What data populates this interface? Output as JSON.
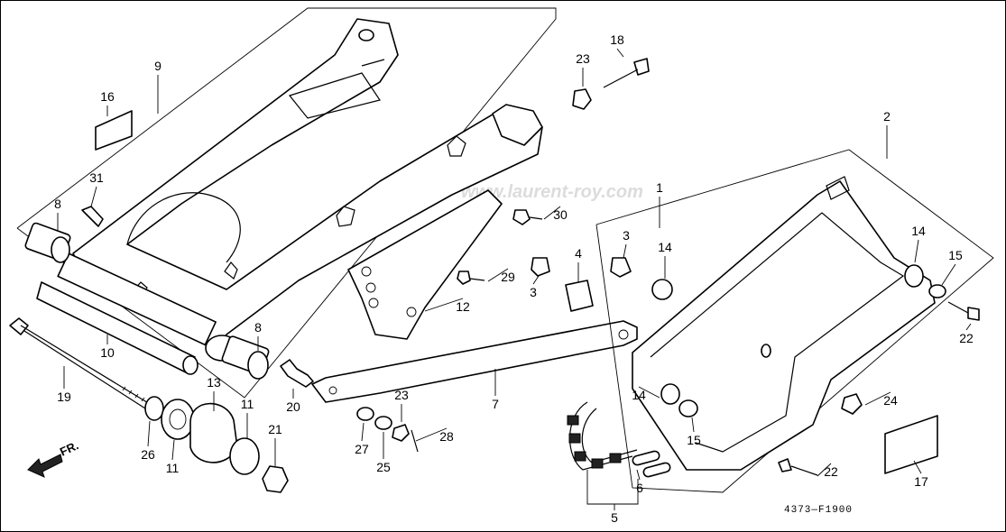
{
  "diagram": {
    "watermark": "www.laurent-roy.com",
    "drawing_code": "4373—F1900",
    "direction_label": "FR.",
    "callouts": [
      {
        "id": "c1",
        "label": "1"
      },
      {
        "id": "c2",
        "label": "2"
      },
      {
        "id": "c3a",
        "label": "3"
      },
      {
        "id": "c3b",
        "label": "3"
      },
      {
        "id": "c4",
        "label": "4"
      },
      {
        "id": "c5",
        "label": "5"
      },
      {
        "id": "c6",
        "label": "6"
      },
      {
        "id": "c7",
        "label": "7"
      },
      {
        "id": "c8a",
        "label": "8"
      },
      {
        "id": "c8b",
        "label": "8"
      },
      {
        "id": "c9",
        "label": "9"
      },
      {
        "id": "c10",
        "label": "10"
      },
      {
        "id": "c11a",
        "label": "11"
      },
      {
        "id": "c11b",
        "label": "11"
      },
      {
        "id": "c12",
        "label": "12"
      },
      {
        "id": "c13",
        "label": "13"
      },
      {
        "id": "c14a",
        "label": "14"
      },
      {
        "id": "c14b",
        "label": "14"
      },
      {
        "id": "c14c",
        "label": "14"
      },
      {
        "id": "c15a",
        "label": "15"
      },
      {
        "id": "c15b",
        "label": "15"
      },
      {
        "id": "c16",
        "label": "16"
      },
      {
        "id": "c17",
        "label": "17"
      },
      {
        "id": "c18",
        "label": "18"
      },
      {
        "id": "c19",
        "label": "19"
      },
      {
        "id": "c20",
        "label": "20"
      },
      {
        "id": "c21",
        "label": "21"
      },
      {
        "id": "c22a",
        "label": "22"
      },
      {
        "id": "c22b",
        "label": "22"
      },
      {
        "id": "c23a",
        "label": "23"
      },
      {
        "id": "c23b",
        "label": "23"
      },
      {
        "id": "c24",
        "label": "24"
      },
      {
        "id": "c25",
        "label": "25"
      },
      {
        "id": "c26",
        "label": "26"
      },
      {
        "id": "c27",
        "label": "27"
      },
      {
        "id": "c28",
        "label": "28"
      },
      {
        "id": "c29",
        "label": "29"
      },
      {
        "id": "c30",
        "label": "30"
      },
      {
        "id": "c31",
        "label": "31"
      }
    ]
  }
}
